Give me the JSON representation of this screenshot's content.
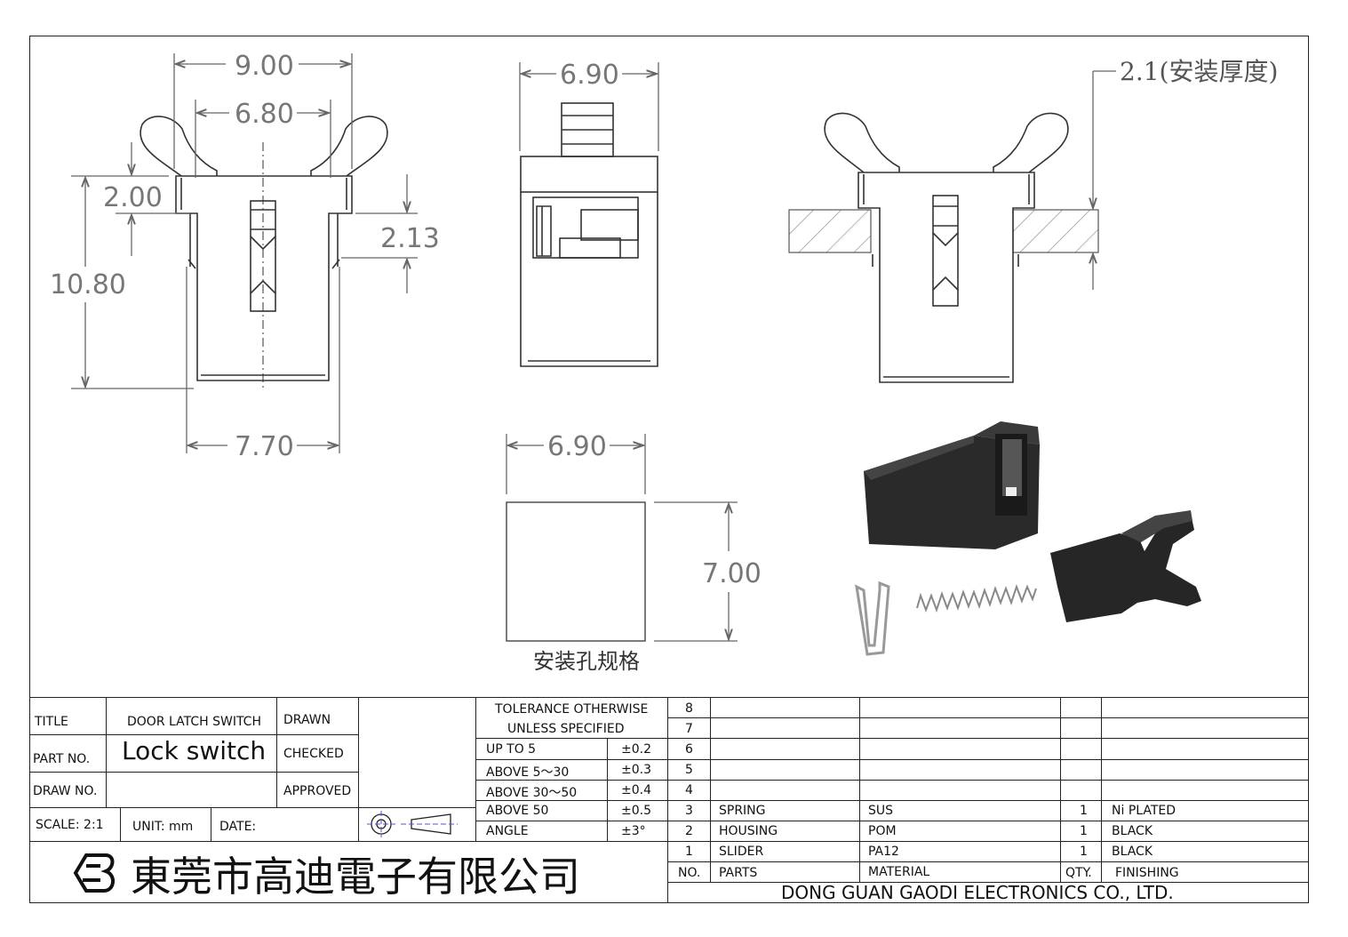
{
  "drawing": {
    "front_view": {
      "dims": [
        "9.00",
        "6.80",
        "2.00",
        "10.80",
        "2.13",
        "7.70"
      ]
    },
    "side_view": {
      "dims": [
        "6.90"
      ]
    },
    "installed_view": {
      "dims": [
        "2.1(安装厚度)"
      ]
    },
    "hole_spec": {
      "dims": [
        "6.90",
        "7.00"
      ],
      "caption": "安装孔规格"
    }
  },
  "title_block": {
    "title_label": "TITLE",
    "title_value": "DOOR LATCH SWITCH",
    "drawn_label": "DRAWN",
    "part_no_label": "PART NO.",
    "part_no_value": "Lock switch",
    "checked_label": "CHECKED",
    "draw_no_label": "DRAW NO.",
    "approved_label": "APPROVED",
    "scale": "SCALE: 2:1",
    "unit": "UNIT: mm",
    "date": "DATE:",
    "company_cn": "東莞市高迪電子有限公司",
    "company_en": "DONG GUAN GAODI ELECTRONICS CO., LTD."
  },
  "tolerance": {
    "heading_line1": "TOLERANCE OTHERWISE",
    "heading_line2": "UNLESS SPECIFIED",
    "rows": [
      {
        "range": "UP TO 5",
        "value": "±0.2"
      },
      {
        "range": "ABOVE 5～30",
        "value": "±0.3"
      },
      {
        "range": "ABOVE 30～50",
        "value": "±0.4"
      },
      {
        "range": "ABOVE 50",
        "value": "±0.5"
      },
      {
        "range": "ANGLE",
        "value": "±3°"
      }
    ]
  },
  "parts_list": {
    "rows": [
      {
        "no": "8",
        "part": "",
        "material": "",
        "qty": "",
        "finish": ""
      },
      {
        "no": "7",
        "part": "",
        "material": "",
        "qty": "",
        "finish": ""
      },
      {
        "no": "6",
        "part": "",
        "material": "",
        "qty": "",
        "finish": ""
      },
      {
        "no": "5",
        "part": "",
        "material": "",
        "qty": "",
        "finish": ""
      },
      {
        "no": "4",
        "part": "",
        "material": "",
        "qty": "",
        "finish": ""
      },
      {
        "no": "3",
        "part": "SPRING",
        "material": "SUS",
        "qty": "1",
        "finish": "Ni PLATED"
      },
      {
        "no": "2",
        "part": "HOUSING",
        "material": "POM",
        "qty": "1",
        "finish": "BLACK"
      },
      {
        "no": "1",
        "part": "SLIDER",
        "material": "PA12",
        "qty": "1",
        "finish": "BLACK"
      }
    ],
    "header": {
      "no": "NO.",
      "part": "PARTS",
      "material": "MATERIAL",
      "qty": "QTY.",
      "finish": "FINISHING"
    }
  }
}
